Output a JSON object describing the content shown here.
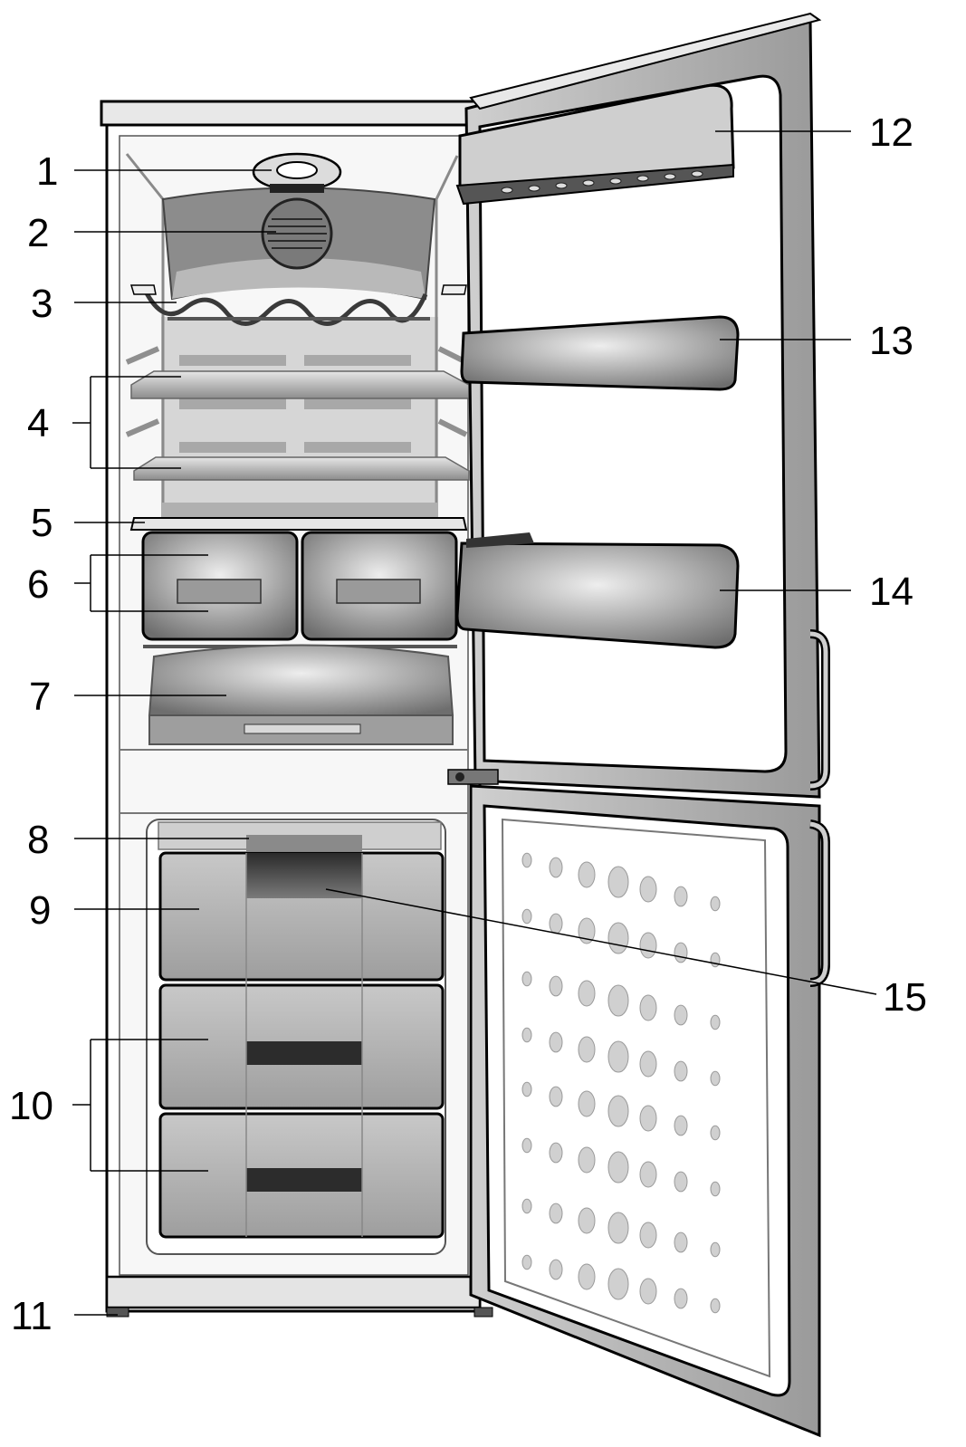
{
  "colors": {
    "outline": "#000000",
    "panel_light": "#d9d9d9",
    "panel_mid": "#b3b3b3",
    "panel_dark": "#7a7a7a",
    "panel_darkest": "#2e2e2e",
    "background": "#ffffff"
  },
  "callouts": [
    {
      "id": "1",
      "text": "1"
    },
    {
      "id": "2",
      "text": "2"
    },
    {
      "id": "3",
      "text": "3"
    },
    {
      "id": "4",
      "text": "4"
    },
    {
      "id": "5",
      "text": "5"
    },
    {
      "id": "6",
      "text": "6"
    },
    {
      "id": "7",
      "text": "7"
    },
    {
      "id": "8",
      "text": "8"
    },
    {
      "id": "9",
      "text": "9"
    },
    {
      "id": "10",
      "text": "10"
    },
    {
      "id": "11",
      "text": "11"
    },
    {
      "id": "12",
      "text": "12"
    },
    {
      "id": "13",
      "text": "13"
    },
    {
      "id": "14",
      "text": "14"
    },
    {
      "id": "15",
      "text": "15"
    }
  ]
}
